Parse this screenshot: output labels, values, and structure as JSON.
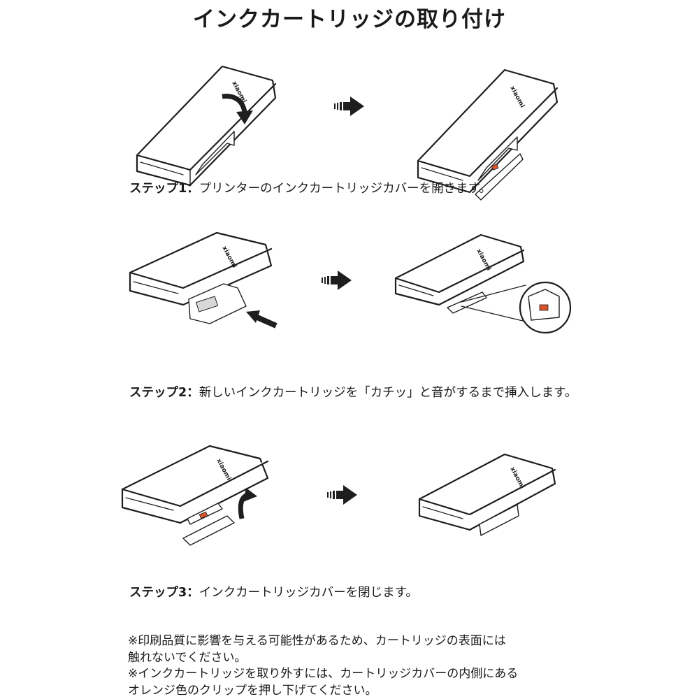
{
  "title": "インクカートリッジの取り付け",
  "brand_logo": "xiaomi",
  "steps": [
    {
      "label": "ステップ1：",
      "text": "プリンターのインクカートリッジカバーを開きます。"
    },
    {
      "label": "ステップ2：",
      "text": "新しいインクカートリッジを「カチッ」と音がするまで挿入します。"
    },
    {
      "label": "ステップ3：",
      "text": "インクカートリッジカバーを閉じます。"
    }
  ],
  "notes": [
    "※印刷品質に影響を与える可能性があるため、カートリッジの表面には",
    "触れないでください。",
    "※インクカートリッジを取り外すには、カートリッジカバーの内側にある",
    "オレンジ色のクリップを押し下げてください。"
  ],
  "colors": {
    "line": "#1e1e1e",
    "clip": "#d9532b",
    "background": "#ffffff"
  },
  "icons": [
    "arrow-right-icon",
    "rotate-arrow-icon",
    "insert-arrow-icon"
  ]
}
